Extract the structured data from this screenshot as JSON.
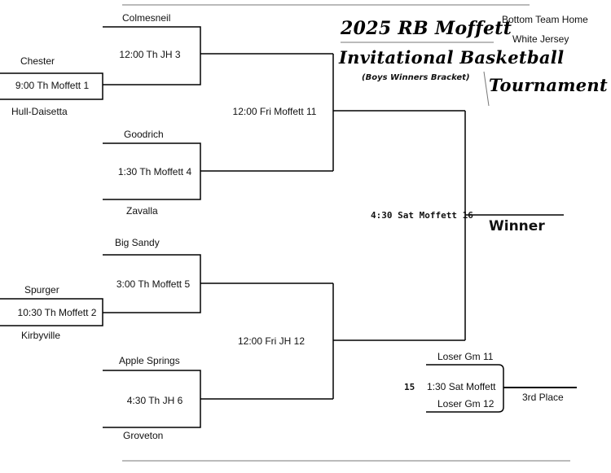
{
  "header": {
    "title_line1": "2025 RB Moffett",
    "title_line2": "Invitational Basketball",
    "title_line3": "Tournament",
    "subtitle": "(Boys Winners Bracket)",
    "note_line1": "Bottom Team Home",
    "note_line2": "White Jersey"
  },
  "round1": {
    "chester": "Chester",
    "hull_daisetta": "Hull-Daisetta",
    "game1": "9:00 Th Moffett 1",
    "spurger": "Spurger",
    "kirbyville": "Kirbyville",
    "game2": "10:30 Th Moffett 2"
  },
  "round2": {
    "colmesneil": "Colmesneil",
    "game3": "12:00 Th JH 3",
    "goodrich": "Goodrich",
    "zavalla": "Zavalla",
    "game4": "1:30 Th Moffett 4",
    "big_sandy": "Big Sandy",
    "game5": "3:00 Th Moffett 5",
    "apple_springs": "Apple Springs",
    "groveton": "Groveton",
    "game6": "4:30 Th JH 6"
  },
  "semis": {
    "game11": "12:00 Fri Moffett 11",
    "game12": "12:00 Fri JH 12"
  },
  "final": {
    "game16": "4:30 Sat Moffett 16",
    "winner": "Winner"
  },
  "third_place": {
    "loser_top": "Loser Gm 11",
    "loser_bottom": "Loser Gm 12",
    "game_number": "15",
    "game": "1:30 Sat Moffett",
    "label": "3rd Place"
  }
}
